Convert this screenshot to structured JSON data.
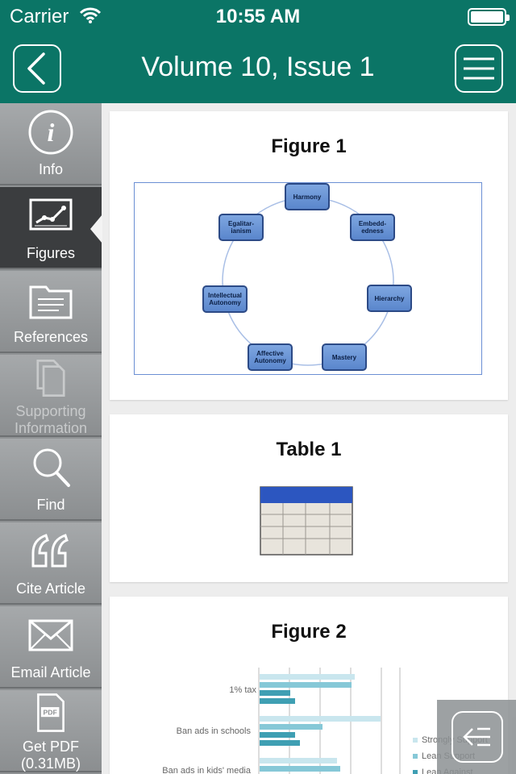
{
  "status": {
    "carrier": "Carrier",
    "time": "10:55 AM"
  },
  "nav": {
    "title": "Volume 10, Issue 1"
  },
  "sidebar": {
    "items": [
      {
        "label": "Info"
      },
      {
        "label": "Figures"
      },
      {
        "label": "References"
      },
      {
        "label": "Supporting Information"
      },
      {
        "label": "Find"
      },
      {
        "label": "Cite Article"
      },
      {
        "label": "Email Article"
      },
      {
        "label": "Get PDF (0.31MB)"
      }
    ]
  },
  "cards": [
    {
      "title": "Figure 1"
    },
    {
      "title": "Table 1"
    },
    {
      "title": "Figure 2"
    }
  ],
  "figure1": {
    "nodes": [
      "Harmony",
      "Embedd-edness",
      "Hierarchy",
      "Mastery",
      "Affective Autonomy",
      "Intellectual Autonomy",
      "Egalitar-ianism"
    ]
  },
  "figure2": {
    "categories": [
      "1% tax",
      "Ban ads in schools",
      "Ban ads in kids' media"
    ],
    "legend": [
      "Strongly Support",
      "Lean Support",
      "Lean Against"
    ],
    "colors": [
      "#c9e6ee",
      "#86c8d7",
      "#3f9fb3"
    ]
  }
}
